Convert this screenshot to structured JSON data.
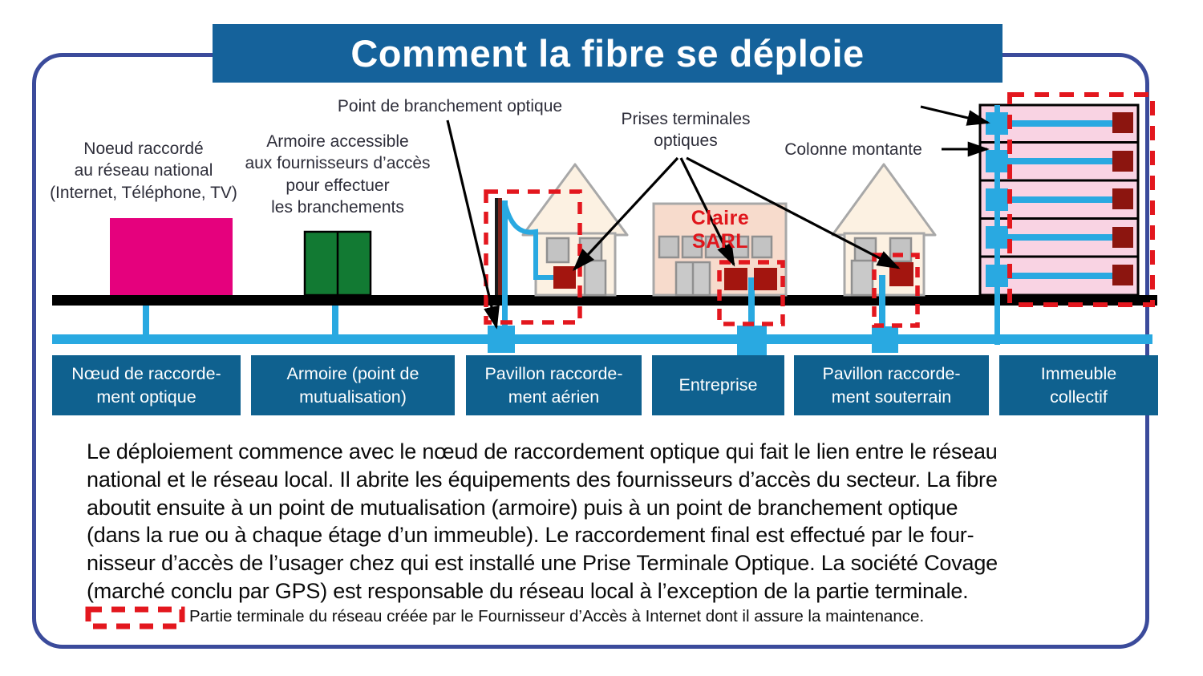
{
  "title": "Comment la fibre se déploie",
  "annotations": {
    "point_branchement": "Point de branchement optique",
    "noeud_national": "Noeud raccordé\nau réseau national\n(Internet, Téléphone, TV)",
    "armoire_accessible": "Armoire accessible\naux fournisseurs d’accès\npour effectuer\nles branchements",
    "prises_terminales": "Prises terminales\noptiques",
    "colonne_montante": "Colonne montante"
  },
  "building_sign": "Claire SARL",
  "stations": [
    {
      "label": "Nœud de raccorde-\nment optique"
    },
    {
      "label": "Armoire (point de\nmutualisation)"
    },
    {
      "label": "Pavillon raccorde-\nment aérien"
    },
    {
      "label": "Entreprise"
    },
    {
      "label": "Pavillon raccorde-\nment souterrain"
    },
    {
      "label": "Immeuble\ncollectif"
    }
  ],
  "paragraph": "Le déploiement commence avec le nœud de raccordement optique qui fait le lien entre le réseau\nnational et le réseau local. Il abrite les équipements des fournisseurs d’accès du secteur. La fibre\naboutit ensuite à un point de mutualisation (armoire) puis à un point de branchement optique\n(dans la rue ou à chaque étage d’un immeuble). Le raccordement final est effectué par le four-\nnisseur d’accès de l’usager chez qui est installé une Prise Terminale Optique. La société Covage\n(marché conclu par GPS) est responsable du réseau local à l’exception de la partie terminale.",
  "legend": "Partie terminale du réseau créée par le Fournisseur d’Accès à Internet dont il assure la maintenance.",
  "colors": {
    "banner_blue": "#15629b",
    "station_blue": "#0f618f",
    "fiber_blue": "#29a9e1",
    "road_black": "#000000",
    "node_magenta": "#e5017d",
    "cabinet_green": "#127a33",
    "terminal_dark_red": "#a3150f",
    "dashed_red": "#e3171e",
    "floor_pink": "#f9d3e3",
    "house_cream": "#fcf1e2",
    "business_salmon": "#f7dbcc",
    "frame_border": "#3b4b9b"
  }
}
